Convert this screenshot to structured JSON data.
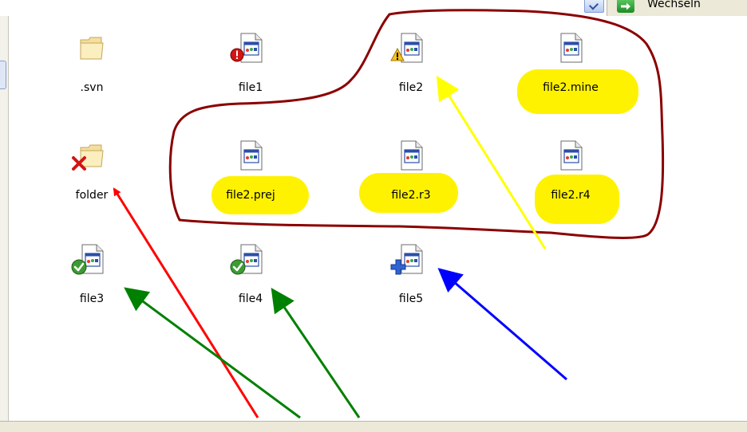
{
  "toolbar": {
    "go_label": "Wechseln"
  },
  "files": [
    {
      "label": ".svn",
      "type": "folder",
      "overlay": "none"
    },
    {
      "label": "file1",
      "type": "file",
      "overlay": "conflict-icon"
    },
    {
      "label": "file2",
      "type": "file",
      "overlay": "warning-icon"
    },
    {
      "label": "file2.mine",
      "type": "file",
      "overlay": "none"
    },
    {
      "label": "folder",
      "type": "folder",
      "overlay": "deleted-icon"
    },
    {
      "label": "file2.prej",
      "type": "file",
      "overlay": "none"
    },
    {
      "label": "file2.r3",
      "type": "file",
      "overlay": "none"
    },
    {
      "label": "file2.r4",
      "type": "file",
      "overlay": "none"
    },
    {
      "label": "file3",
      "type": "file",
      "overlay": "normal-icon"
    },
    {
      "label": "file4",
      "type": "file",
      "overlay": "normal-icon"
    },
    {
      "label": "file5",
      "type": "file",
      "overlay": "added-icon"
    }
  ],
  "colors": {
    "highlight": "#fff200",
    "outline": "#8b0000",
    "arrow_red": "#ff0000",
    "arrow_green": "#008000",
    "arrow_yellow": "#ffff00",
    "arrow_blue": "#0000ff"
  }
}
